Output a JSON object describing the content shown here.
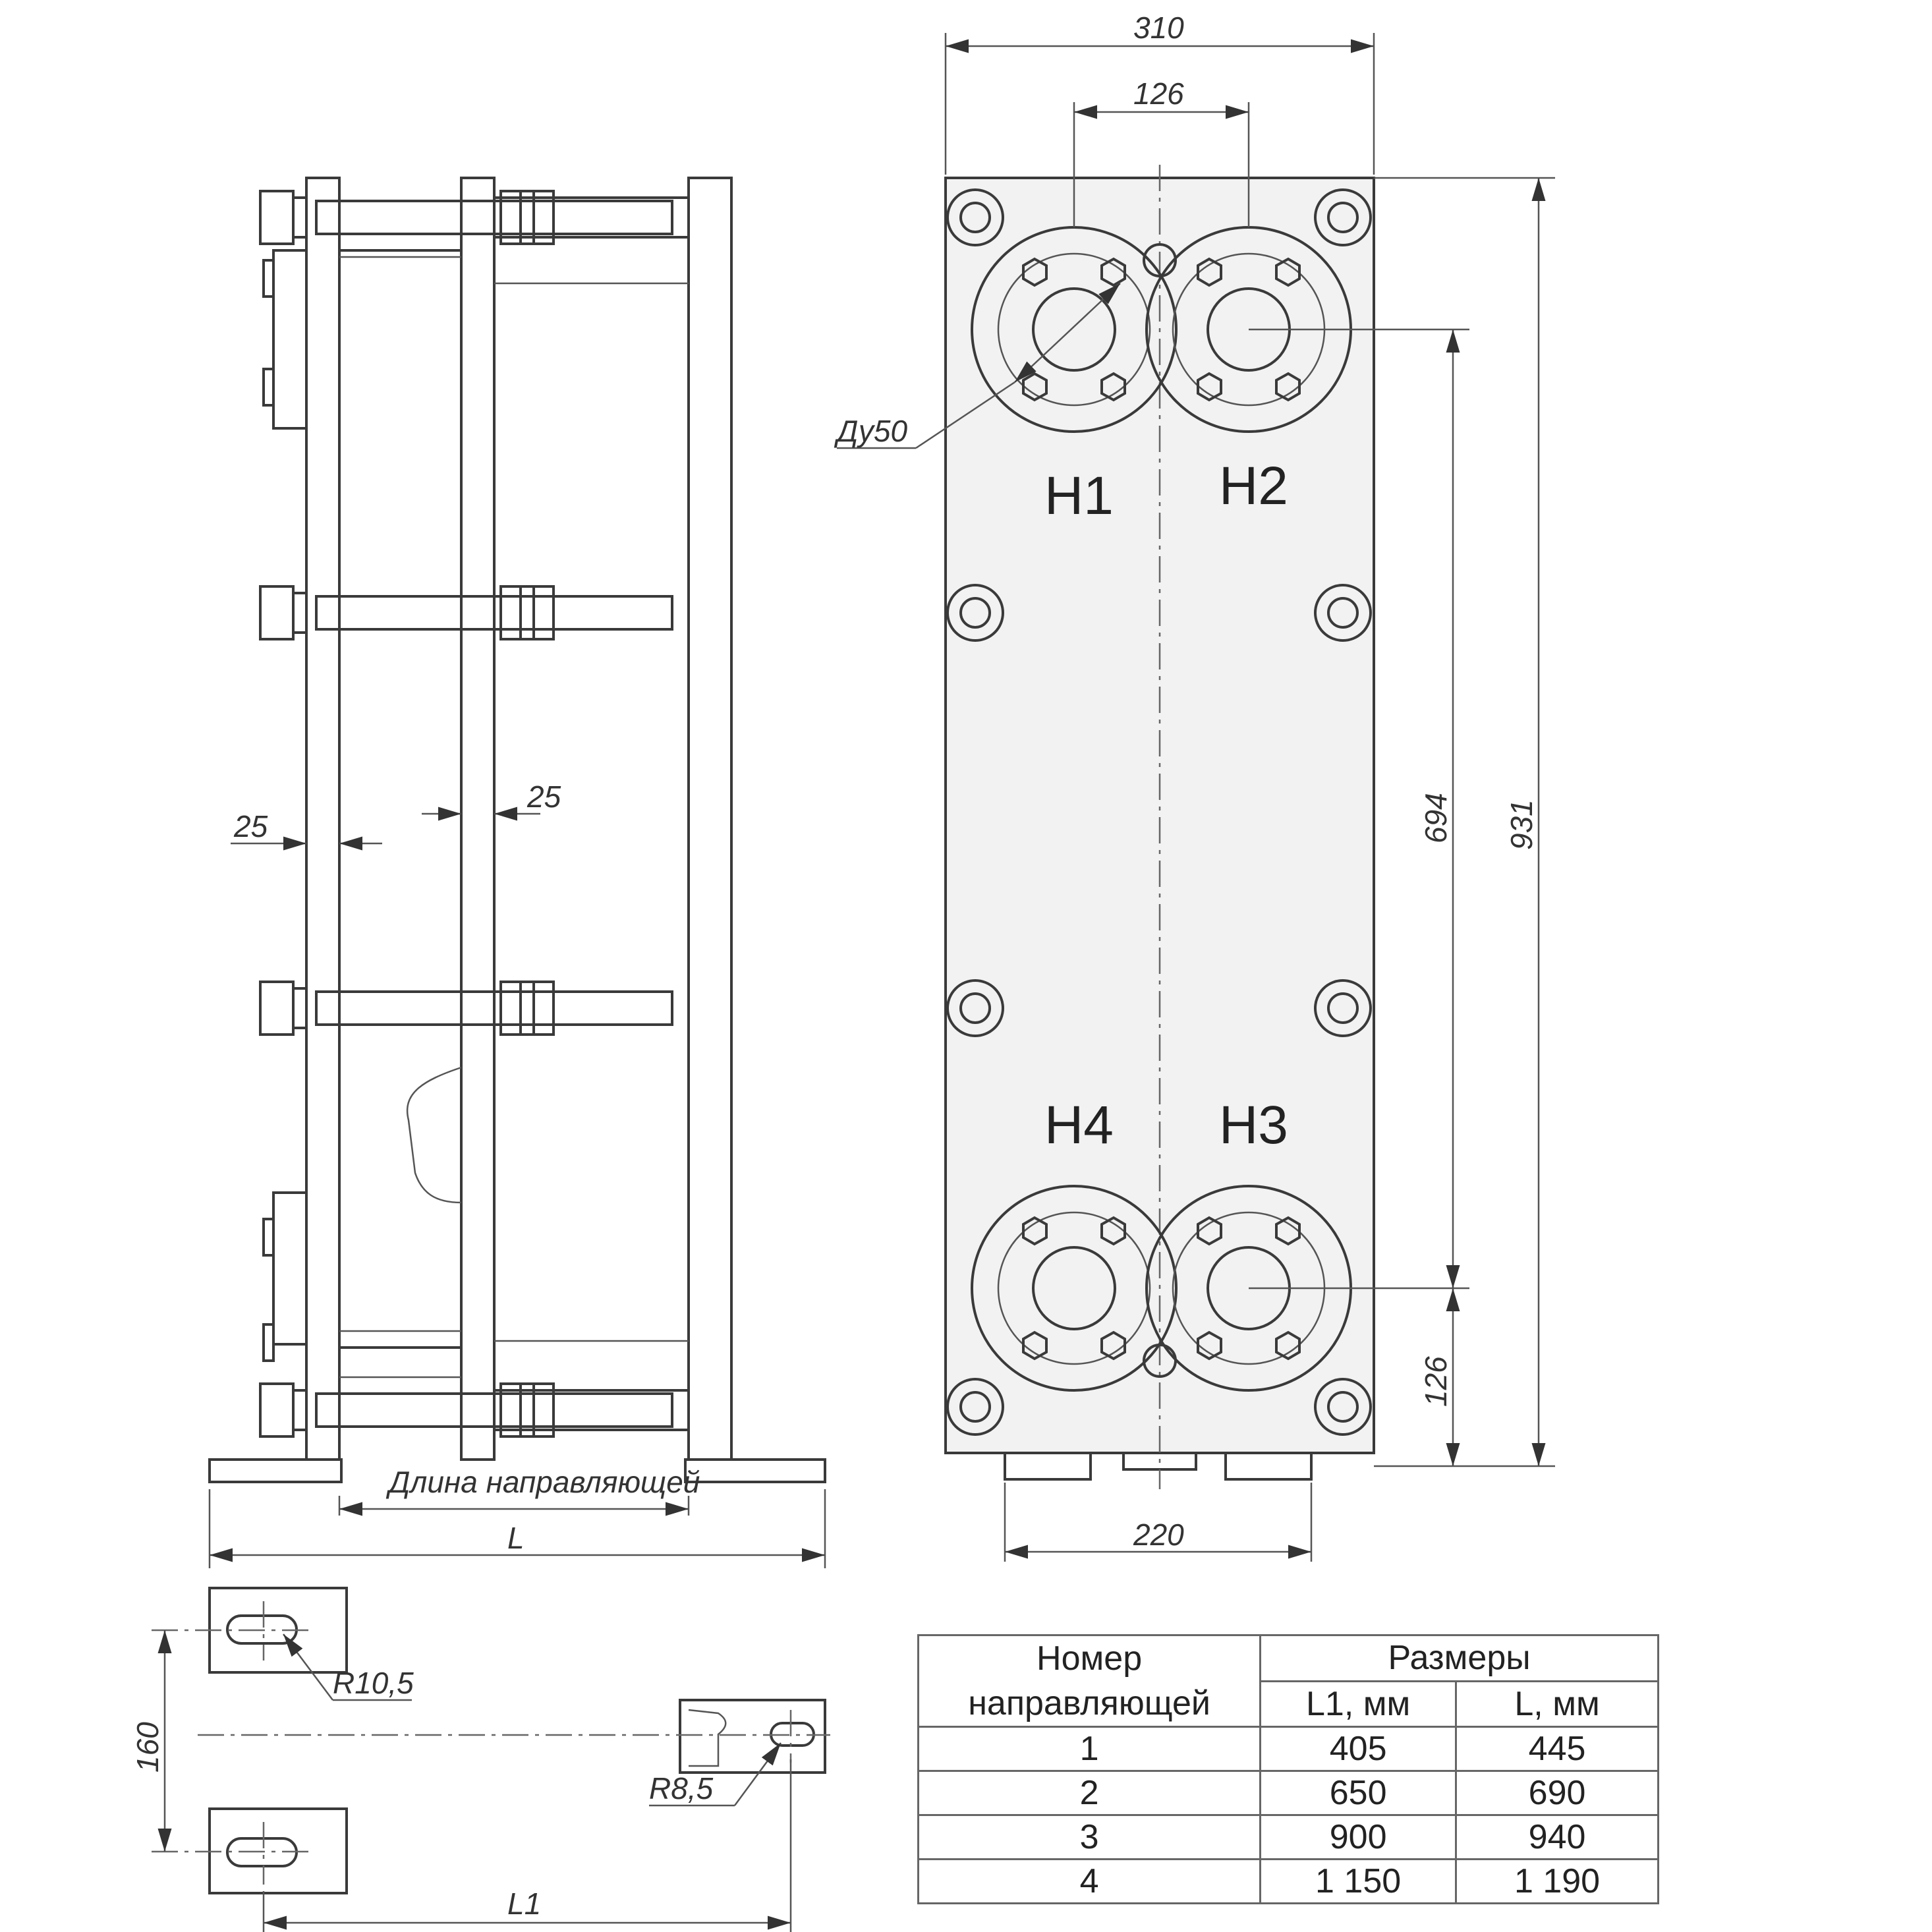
{
  "dimensions": {
    "width_total": "310",
    "port_spacing_top": "126",
    "height_total": "931",
    "port_spacing_vertical": "694",
    "bottom_port_offset": "126",
    "base_width": "220",
    "plate_thickness_left": "25",
    "plate_thickness_right": "25",
    "guide_length_label": "Длина направляющей",
    "overall_length_label": "L",
    "foot_length_label": "L1",
    "foot_spacing": "160",
    "slot_radius_large": "R10,5",
    "slot_radius_small": "R8,5",
    "nominal_diameter": "Ду50"
  },
  "ports": {
    "h1": "H1",
    "h2": "H2",
    "h3": "H3",
    "h4": "H4"
  },
  "table": {
    "col_number": "Номер направляющей",
    "col_group": "Размеры",
    "col_l1": "L1, мм",
    "col_l": "L, мм",
    "rows": [
      {
        "n": "1",
        "l1": "405",
        "l": "445"
      },
      {
        "n": "2",
        "l1": "650",
        "l": "690"
      },
      {
        "n": "3",
        "l1": "900",
        "l": "940"
      },
      {
        "n": "4",
        "l1": "1 150",
        "l": "1 190"
      }
    ]
  }
}
